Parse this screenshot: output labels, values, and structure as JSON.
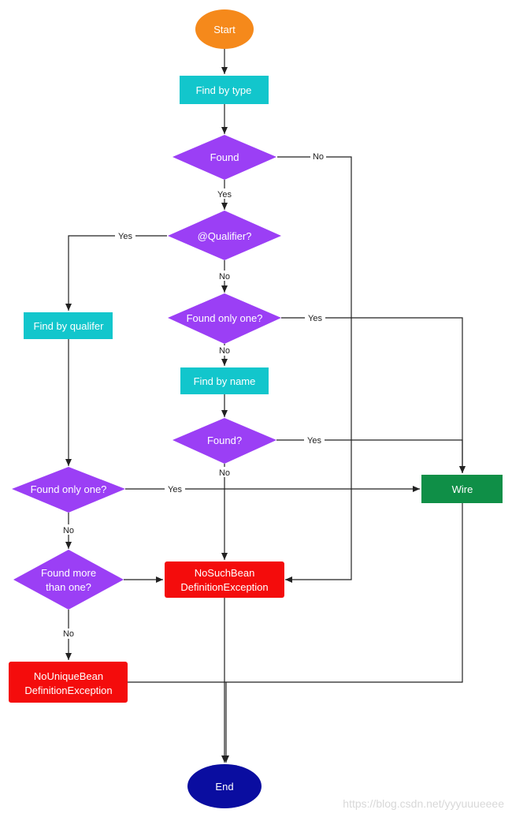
{
  "colors": {
    "start": "#f5891b",
    "process": "#12c6cc",
    "decision": "#9b3ff5",
    "error": "#f40c0c",
    "wire": "#0f8f47",
    "end": "#0a0da0",
    "edge": "#222222"
  },
  "nodes": {
    "start": "Start",
    "find_by_type": "Find by type",
    "found": "Found",
    "qualifier": "@Qualifier?",
    "found_only_one_main": "Found only one?",
    "find_by_qualifier": "Find by qualifer",
    "find_by_name": "Find by name",
    "found_q": "Found?",
    "found_only_one_left": "Found only one?",
    "wire": "Wire",
    "found_more_line1": "Found more",
    "found_more_line2": "than one?",
    "nosuch_line1": "NoSuchBean",
    "nosuch_line2": "DefinitionException",
    "nounique_line1": "NoUniqueBean",
    "nounique_line2": "DefinitionException",
    "end": "End"
  },
  "edge_labels": {
    "found_no": "No",
    "found_yes": "Yes",
    "qualifier_yes": "Yes",
    "qualifier_no": "No",
    "only_one_yes": "Yes",
    "only_one_no": "No",
    "found_q_yes": "Yes",
    "found_q_no": "No",
    "left_only_one_yes": "Yes",
    "left_only_one_no": "No",
    "more_no": "No"
  },
  "watermark": "https://blog.csdn.net/yyyuuueeee"
}
